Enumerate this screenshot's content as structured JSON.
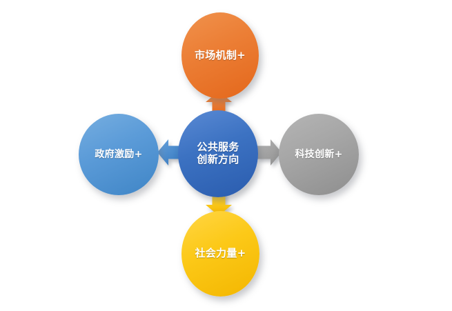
{
  "diagram": {
    "type": "radial-hub-and-spoke",
    "background_color": "#FFFFFF",
    "center": {
      "label": "公共服务\n创新方向",
      "color": "#3C72C2",
      "shape": "circle-icon"
    },
    "nodes": [
      {
        "id": "top",
        "label": "市场机制+",
        "color": "#EC7F36",
        "position": "top",
        "shape": "circle-icon"
      },
      {
        "id": "left",
        "label": "政府激励+",
        "color": "#5B9BD8",
        "position": "left",
        "shape": "circle-icon"
      },
      {
        "id": "right",
        "label": "科技创新+",
        "color": "#A6A6A6",
        "position": "right",
        "shape": "circle-icon"
      },
      {
        "id": "bottom",
        "label": "社会力量+",
        "color": "#FCC918",
        "position": "bottom",
        "shape": "circle-icon"
      }
    ],
    "arrows": [
      {
        "id": "up",
        "direction": "up",
        "color": "#EC7F36",
        "from": "center",
        "to": "top"
      },
      {
        "id": "left",
        "direction": "left",
        "color": "#4A8ACC",
        "from": "center",
        "to": "left"
      },
      {
        "id": "right",
        "direction": "right",
        "color": "#A0A0A0",
        "from": "center",
        "to": "right"
      },
      {
        "id": "down",
        "direction": "down",
        "color": "#FCC918",
        "from": "center",
        "to": "bottom"
      }
    ]
  }
}
